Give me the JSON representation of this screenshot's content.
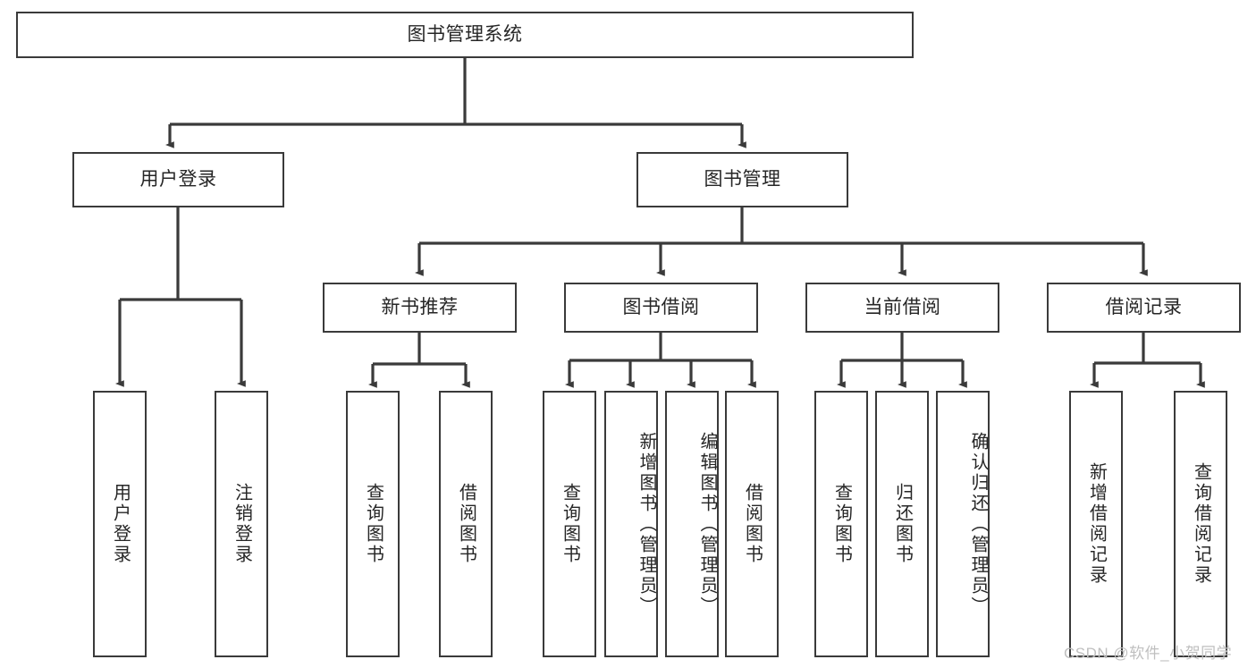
{
  "diagram": {
    "title": "图书管理系统",
    "type": "hierarchy-tree",
    "orientation": "top-down",
    "colors": {
      "box_border": "#3a3a3a",
      "box_fill": "#ffffff",
      "edge": "#3a3a3a",
      "text": "#262626",
      "watermark": "#bfbfbf",
      "background": "#ffffff"
    },
    "levels": [
      {
        "level": 1,
        "nodes": [
          {
            "id": "root",
            "label": "图书管理系统"
          }
        ]
      },
      {
        "level": 2,
        "nodes": [
          {
            "id": "login",
            "label": "用户登录"
          },
          {
            "id": "bookmgmt",
            "label": "图书管理"
          }
        ]
      },
      {
        "level": 3,
        "nodes": [
          {
            "id": "newbook",
            "label": "新书推荐"
          },
          {
            "id": "borrow",
            "label": "图书借阅"
          },
          {
            "id": "current",
            "label": "当前借阅"
          },
          {
            "id": "records",
            "label": "借阅记录"
          }
        ]
      },
      {
        "level": 4,
        "nodes": [
          {
            "id": "leaf-user-login",
            "label": "用户登录",
            "parent": "login"
          },
          {
            "id": "leaf-user-logout",
            "label": "注销登录",
            "parent": "login"
          },
          {
            "id": "leaf-nb-query",
            "label": "查询图书",
            "parent": "newbook"
          },
          {
            "id": "leaf-nb-borrow",
            "label": "借阅图书",
            "parent": "newbook"
          },
          {
            "id": "leaf-bw-query",
            "label": "查询图书",
            "parent": "borrow"
          },
          {
            "id": "leaf-bw-add",
            "label": "新增图书（管理员）",
            "parent": "borrow"
          },
          {
            "id": "leaf-bw-edit",
            "label": "编辑图书（管理员）",
            "parent": "borrow"
          },
          {
            "id": "leaf-bw-borrow",
            "label": "借阅图书",
            "parent": "borrow"
          },
          {
            "id": "leaf-cur-query",
            "label": "查询图书",
            "parent": "current"
          },
          {
            "id": "leaf-cur-return",
            "label": "归还图书",
            "parent": "current"
          },
          {
            "id": "leaf-cur-confirm",
            "label": "确认归还（管理员）",
            "parent": "current"
          },
          {
            "id": "leaf-rec-add",
            "label": "新增借阅记录",
            "parent": "records"
          },
          {
            "id": "leaf-rec-query",
            "label": "查询借阅记录",
            "parent": "records"
          }
        ]
      }
    ]
  },
  "watermark": {
    "text": "CSDN @软件_小贺同学"
  }
}
